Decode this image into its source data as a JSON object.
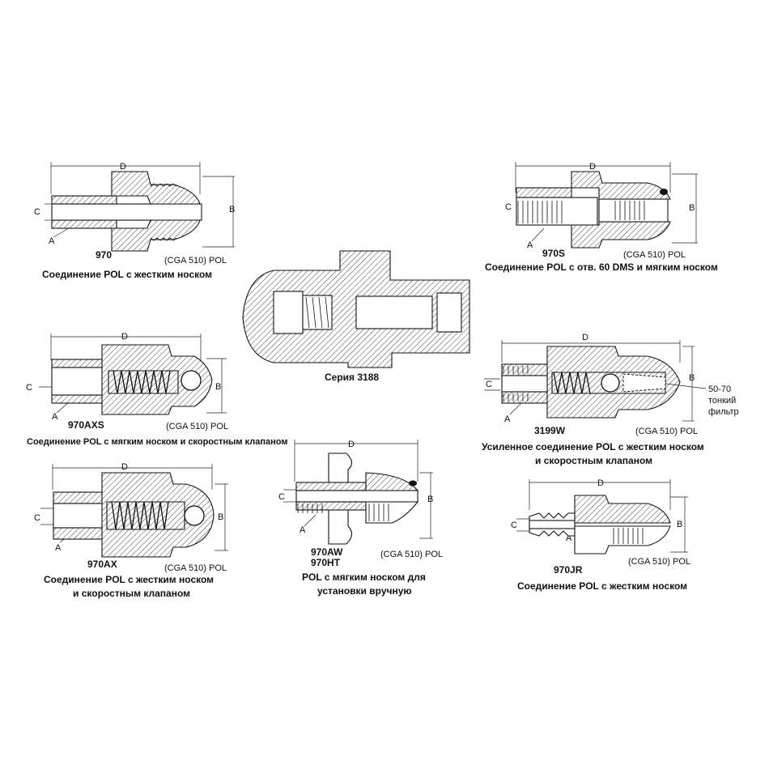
{
  "labels": {
    "D": "D",
    "B": "B",
    "C": "C",
    "A": "A"
  },
  "cga": "(CGA 510) POL",
  "fittings": {
    "f970": {
      "code": "970",
      "caption": [
        "Соединение POL с жестким носком"
      ]
    },
    "f970S": {
      "code": "970S",
      "caption": [
        "Соединение POL с отв. 60 DMS и мягким носком"
      ]
    },
    "f3188": {
      "code": "",
      "caption": [
        "Серия 3188"
      ]
    },
    "f970AXS": {
      "code": "970AXS",
      "caption": [
        "Соединение POL с мягким носком и скоростным клапаном"
      ]
    },
    "f3199W": {
      "code": "3199W",
      "caption": [
        "Усиленное соединение POL с жестким носком",
        "и скоростным клапаном"
      ]
    },
    "f970AX": {
      "code": "970AX",
      "caption": [
        "Соединение POL  с жестким носком",
        "и скоростным клапаном"
      ]
    },
    "f970AW": {
      "code": "970AW",
      "code2": "970HT",
      "caption": [
        "POL с мягким носком для",
        "установки вручную"
      ]
    },
    "f970JR": {
      "code": "970JR",
      "caption": [
        "Соединение POL с жестким носком"
      ]
    }
  },
  "filter_note": [
    "50-70",
    "тонкий",
    "фильтр"
  ]
}
